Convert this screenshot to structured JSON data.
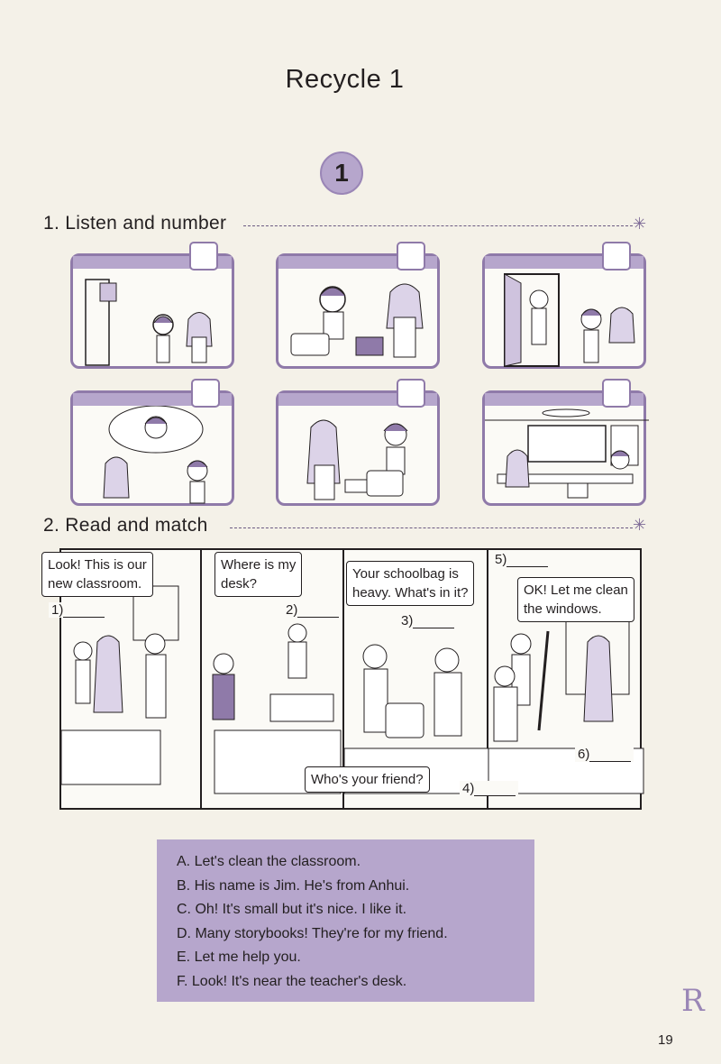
{
  "page": {
    "title": "Recycle 1",
    "unit_number": "1",
    "page_number": "19"
  },
  "section1": {
    "heading": "1. Listen and number",
    "panels": [
      {
        "scene": "door-boy-girl"
      },
      {
        "scene": "boy-schoolbag-books"
      },
      {
        "scene": "open-door-three-kids"
      },
      {
        "scene": "thought-bubble-teacher"
      },
      {
        "scene": "boy-schoolbag-girl"
      },
      {
        "scene": "classroom-kids"
      }
    ]
  },
  "section2": {
    "heading": "2. Read and match",
    "bubbles": [
      {
        "lines": [
          "Look! This is our",
          "new classroom."
        ]
      },
      {
        "lines": [
          "Where is my",
          "desk?"
        ]
      },
      {
        "lines": [
          "Your schoolbag is",
          "heavy. What's in it?"
        ]
      },
      {
        "lines": [
          "OK! Let me clean",
          "the windows."
        ]
      },
      {
        "lines": [
          "Who's your friend?"
        ]
      }
    ],
    "blanks": [
      "1)",
      "2)",
      "3)",
      "4)",
      "5)",
      "6)"
    ],
    "options": [
      "A. Let's clean the classroom.",
      "B. His name is Jim. He's from Anhui.",
      "C. Oh! It's small but it's nice. I like it.",
      "D. Many storybooks! They're for my friend.",
      "E. Let me help you.",
      "F. Look! It's near the teacher's desk."
    ]
  },
  "colors": {
    "accent": "#b6a6cc",
    "border": "#8f7aa9",
    "paper": "#f4f1e8"
  }
}
